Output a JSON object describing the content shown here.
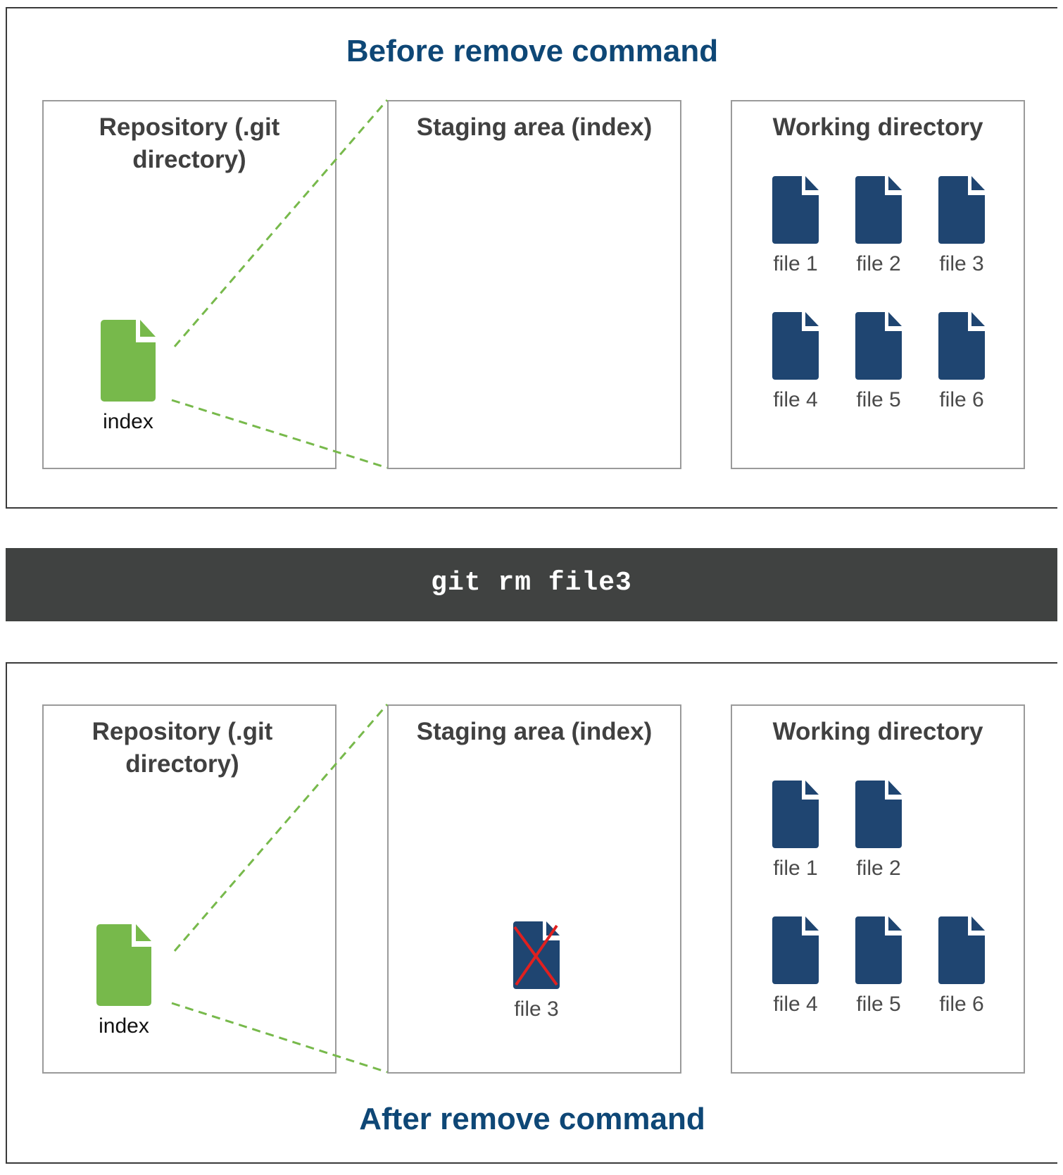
{
  "before": {
    "title": "Before remove command",
    "repository": {
      "title": "Repository (.git directory)",
      "index_label": "index"
    },
    "staging": {
      "title": "Staging area (index)",
      "files": []
    },
    "working": {
      "title": "Working directory",
      "files": [
        "file 1",
        "file 2",
        "file 3",
        "file 4",
        "file 5",
        "file 6"
      ]
    }
  },
  "command": {
    "text": "git rm file3"
  },
  "after": {
    "title": "After remove command",
    "repository": {
      "title": "Repository (.git directory)",
      "index_label": "index"
    },
    "staging": {
      "title": "Staging area (index)",
      "files": [
        {
          "label": "file 3",
          "status": "removed"
        }
      ]
    },
    "working": {
      "title": "Working directory",
      "files": [
        "file 1",
        "file 2",
        "file 4",
        "file 5",
        "file 6"
      ]
    }
  },
  "colors": {
    "title": "#0e4776",
    "file_icon": "#1f4571",
    "index_icon": "#77b94b",
    "connector": "#77b94b",
    "remove_mark": "#e0201f",
    "command_bar": "#404241"
  },
  "icons": {
    "file": "document-icon",
    "index": "document-icon",
    "removed": "cross-icon"
  }
}
